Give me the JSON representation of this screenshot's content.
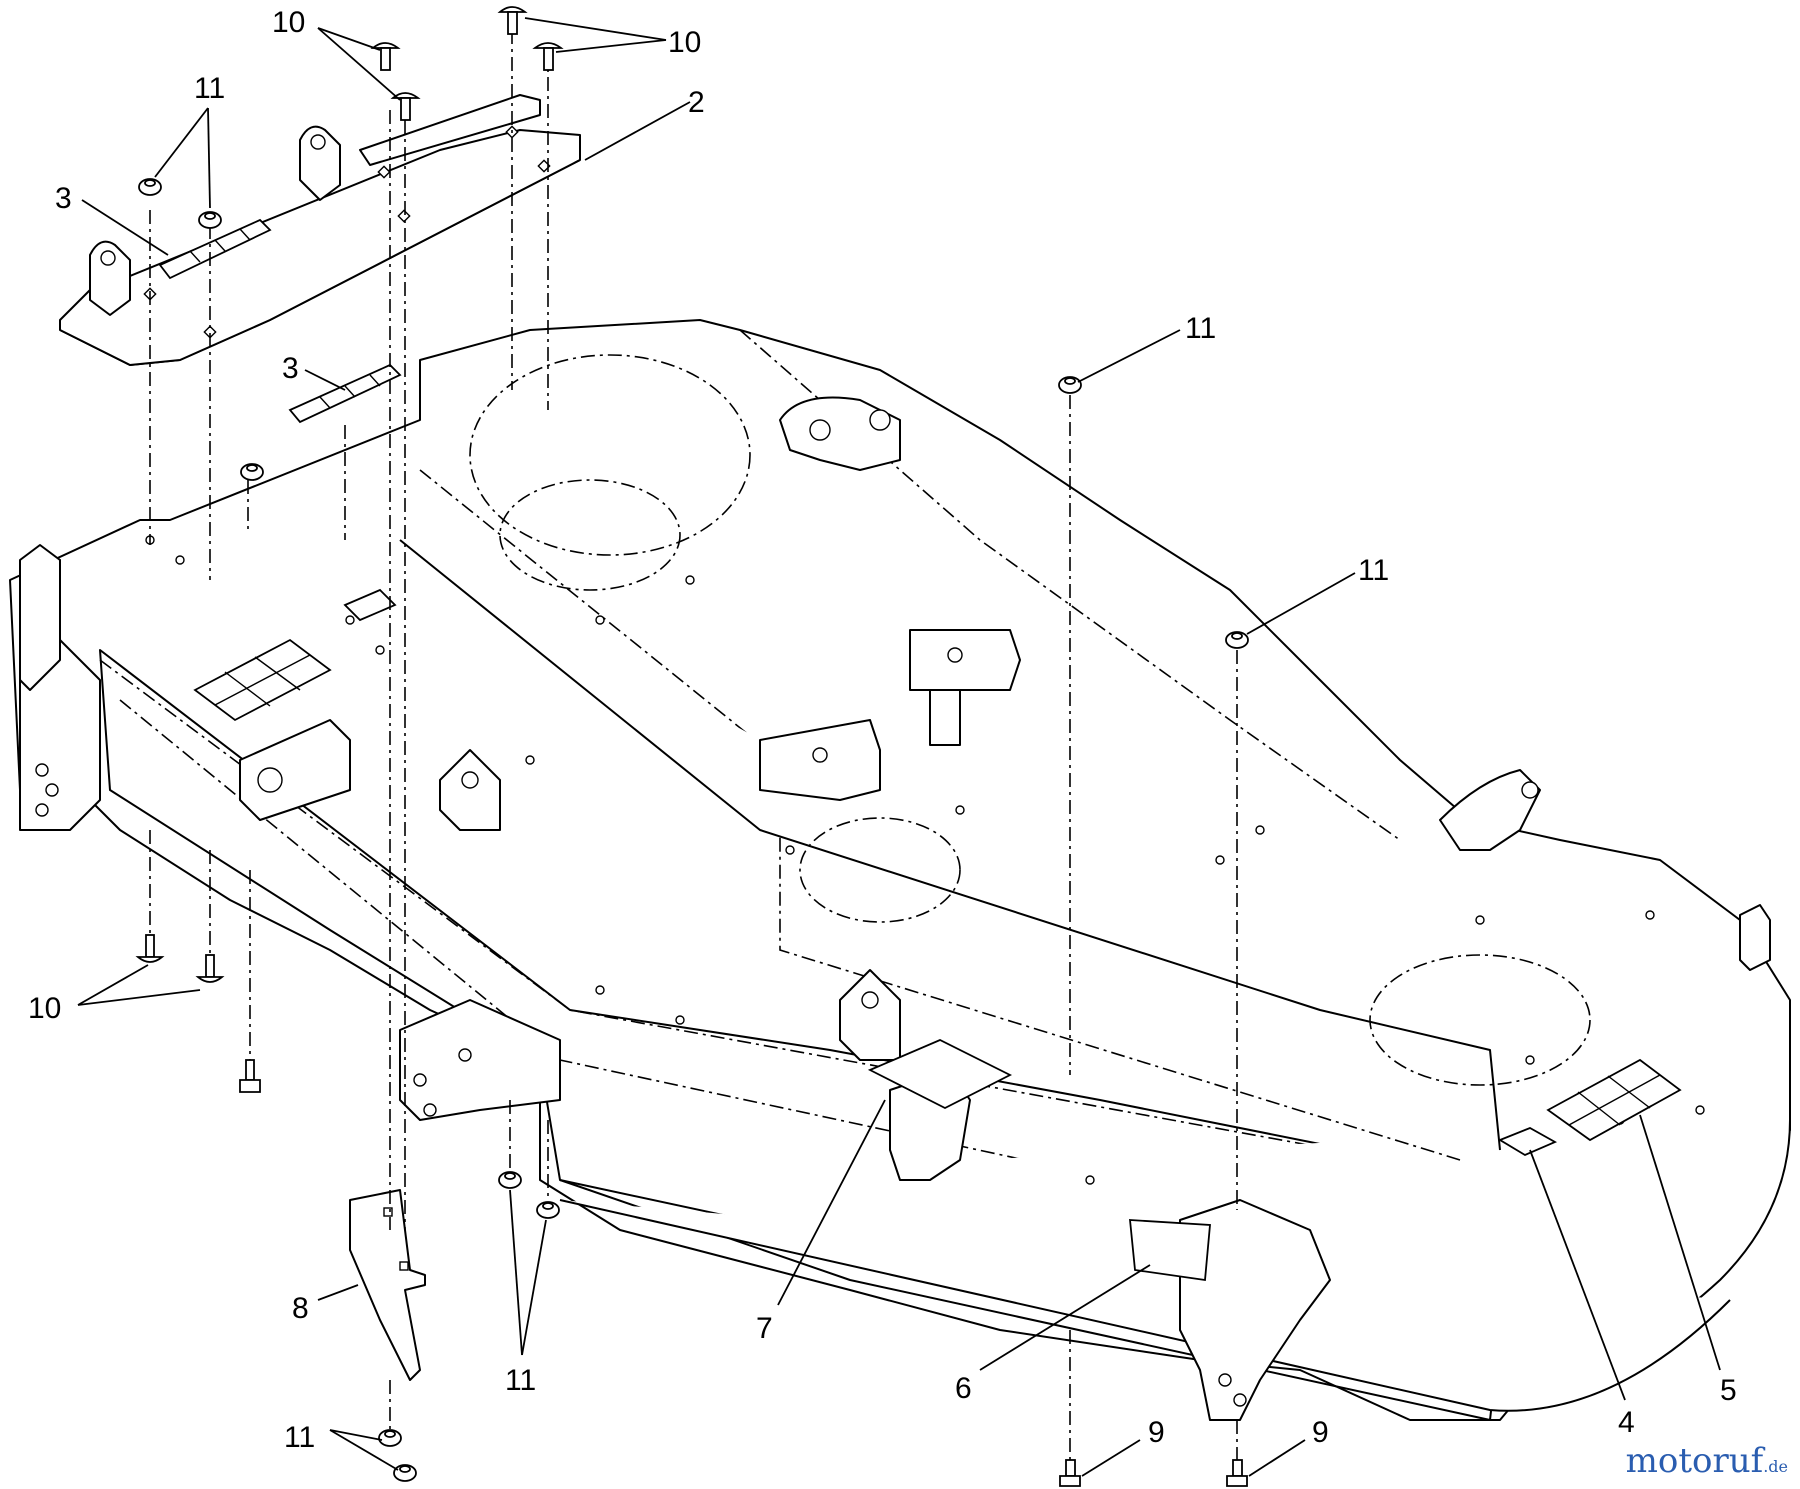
{
  "diagram": {
    "callouts": [
      {
        "id": "c10a",
        "text": "10"
      },
      {
        "id": "c10b",
        "text": "10"
      },
      {
        "id": "c11a",
        "text": "11"
      },
      {
        "id": "c2",
        "text": "2"
      },
      {
        "id": "c3a",
        "text": "3"
      },
      {
        "id": "c3b",
        "text": "3"
      },
      {
        "id": "c11b",
        "text": "11"
      },
      {
        "id": "c11c",
        "text": "11"
      },
      {
        "id": "c10c",
        "text": "10"
      },
      {
        "id": "c8",
        "text": "8"
      },
      {
        "id": "c11d",
        "text": "11"
      },
      {
        "id": "c11e",
        "text": "11"
      },
      {
        "id": "c7",
        "text": "7"
      },
      {
        "id": "c6",
        "text": "6"
      },
      {
        "id": "c9a",
        "text": "9"
      },
      {
        "id": "c9b",
        "text": "9"
      },
      {
        "id": "c4",
        "text": "4"
      },
      {
        "id": "c5",
        "text": "5"
      }
    ]
  },
  "watermark": {
    "main": "motoruf",
    "tld": ".de"
  },
  "colors": {
    "line": "#000000",
    "background": "#ffffff",
    "watermark": "#2a5db0"
  }
}
